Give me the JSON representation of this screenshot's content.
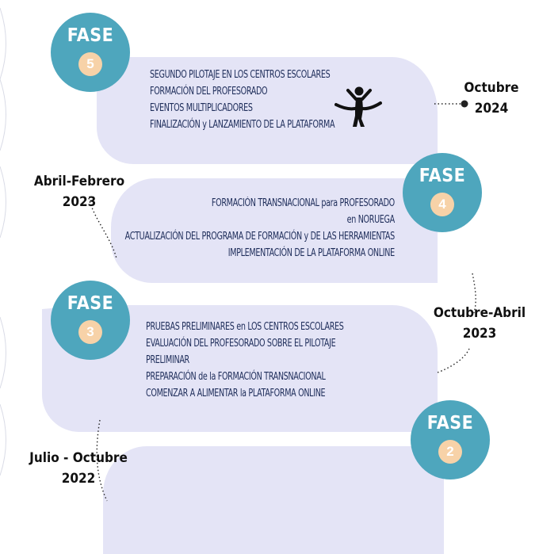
{
  "phases": [
    {
      "label": "FASE",
      "number": "5",
      "date_lines": [
        "Octubre",
        "2024"
      ],
      "items": [
        "SEGUNDO PILOTAJE EN LOS CENTROS ESCOLARES",
        "FORMACIÓN DEL PROFESORADO",
        "EVENTOS MULTIPLICADORES",
        "FINALIZACIÓN y LANZAMIENTO DE LA PLATAFORMA"
      ]
    },
    {
      "label": "FASE",
      "number": "4",
      "date_lines": [
        "Abril-Febrero",
        "2023"
      ],
      "items": [
        "FORMACIÓN TRANSNACIONAL para PROFESORADO",
        "en NORUEGA",
        "ACTUALIZACIÓN DEL PROGRAMA DE FORMACIÓN y DE LAS HERRAMIENTAS",
        "IMPLEMENTACIÓN DE LA PLATAFORMA ONLINE"
      ]
    },
    {
      "label": "FASE",
      "number": "3",
      "date_lines": [
        "Octubre-Abril",
        "2023"
      ],
      "items": [
        "PRUEBAS PRELIMINARES en LOS CENTROS ESCOLARES",
        "EVALUACIÓN DEL PROFESORADO SOBRE EL PILOTAJE",
        "PRELIMINAR",
        "PREPARACIÓN de la FORMACIÓN TRANSNACIONAL",
        "COMENZAR A ALIMENTAR la PLATAFORMA ONLINE"
      ]
    },
    {
      "label": "FASE",
      "number": "2",
      "date_lines": [
        "Julio - Octubre",
        "2022"
      ],
      "items": []
    }
  ],
  "colors": {
    "band": "#e4e4f6",
    "circle": "#4ea6bd",
    "badge": "#f7d2a8",
    "text": "#1e2d5a",
    "timeline": "#222222"
  },
  "icons": [
    "finish-line-runner-icon"
  ]
}
